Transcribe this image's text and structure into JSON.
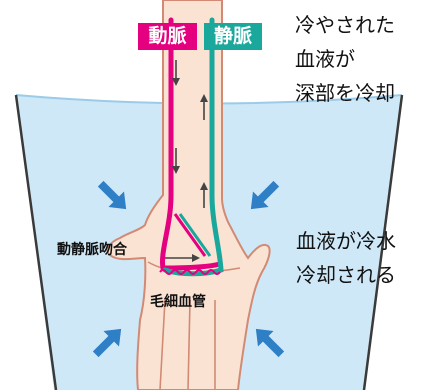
{
  "labels": {
    "artery": "動脈",
    "vein": "静脈",
    "anastomosis": "動静脈吻合",
    "capillary": "毛細血管"
  },
  "captions": {
    "cooled_blood": [
      "冷やされた",
      "血液が",
      "深部を冷却"
    ],
    "cold_water": [
      "血液が冷水",
      "冷却される"
    ]
  },
  "colors": {
    "water": "#cfe8f7",
    "water_edge": "#3a3a3a",
    "arrow": "#2e7fc5",
    "skin": "#fbe3d4",
    "skin_outline": "#d28a74",
    "artery": "#e4007f",
    "vein": "#1aa79c"
  },
  "icons": {
    "cold_arrows": "diagonal-arrow-icon",
    "flow_arrows": "flow-direction-arrow-icon"
  }
}
